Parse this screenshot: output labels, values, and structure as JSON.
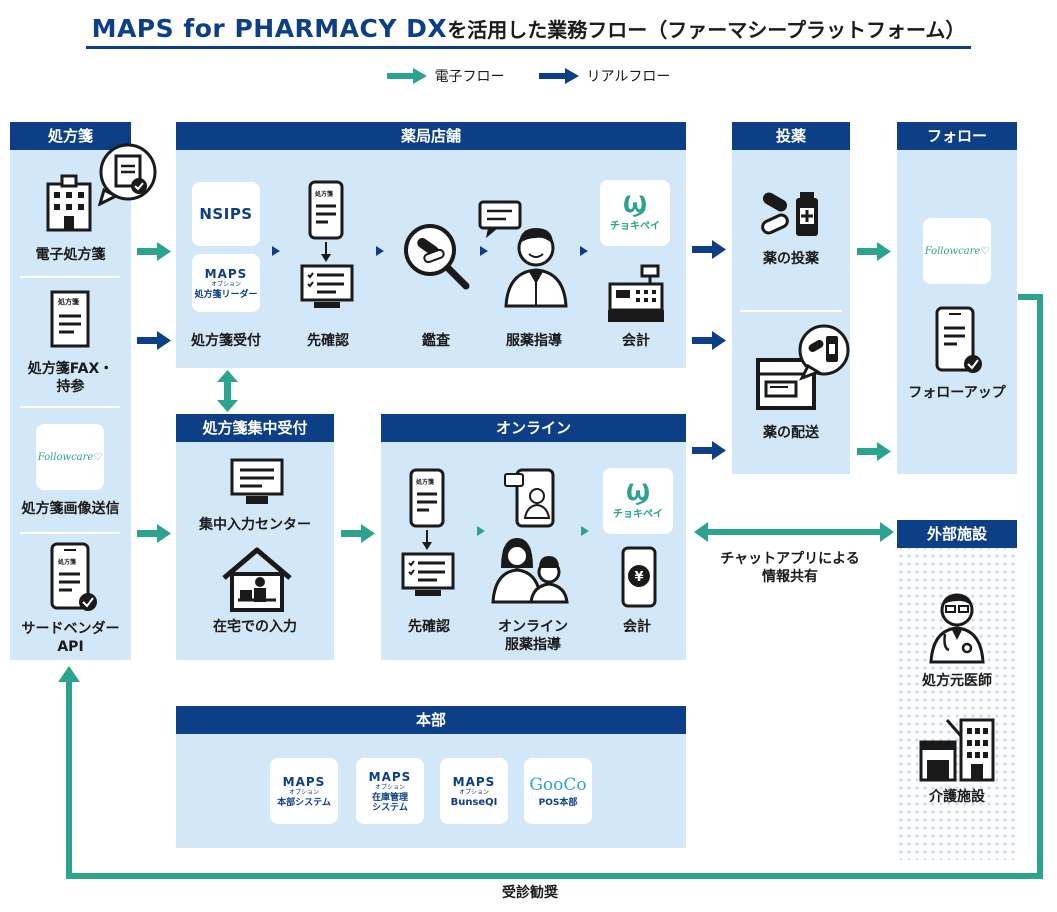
{
  "header": {
    "title_maps": "MAPS",
    "title_maps_sup": "",
    "title_rest": "for PHARMACY DX",
    "title_jp": "を活用した業務フロー（ファーマシープラットフォーム）"
  },
  "legend": {
    "electronic": "電子フロー",
    "real": "リアルフロー",
    "electronic_color": "#2ba38f",
    "real_color": "#0d3f86"
  },
  "prescription": {
    "title": "処方箋",
    "items": [
      "電子処方箋",
      "処方箋FAX・",
      "持参",
      "処方箋画像送信",
      "サードベンダー",
      "API"
    ],
    "followcare_logo": "Followcare♡"
  },
  "pharmacy": {
    "title": "薬局店舗",
    "nsips": "NSIPS",
    "maps": "MAPS",
    "maps_sub": "オプション",
    "maps_reader": "処方箋リーダー",
    "doc_tag": "処方箋",
    "steps": [
      "処方箋受付",
      "先確認",
      "鑑査",
      "服薬指導",
      "会計"
    ],
    "chokipei": "チョキペイ"
  },
  "central": {
    "title": "処方箋集中受付",
    "items": [
      "集中入力センター",
      "在宅での入力"
    ]
  },
  "online": {
    "title": "オンライン",
    "doc_tag": "処方箋",
    "steps": [
      "先確認",
      "オンライン",
      "服薬指導",
      "会計"
    ],
    "chokipei": "チョキペイ",
    "yen": "¥"
  },
  "dosing": {
    "title": "投薬",
    "items": [
      "薬の投薬",
      "薬の配送"
    ]
  },
  "follow": {
    "title": "フォロー",
    "logo": "Followcare♡",
    "item": "フォローアップ"
  },
  "external": {
    "title": "外部施設",
    "items": [
      "処方元医師",
      "介護施設"
    ]
  },
  "hq": {
    "title": "本部",
    "maps": "MAPS",
    "maps_sub": "オプション",
    "systems": [
      "本部システム",
      "在庫管理",
      "システム",
      "BunseQI"
    ],
    "gooco": "GooCo",
    "gooco_sub": "POS本部"
  },
  "notes": {
    "chat_line1": "チャットアプリによる",
    "chat_line2": "情報共有",
    "recommend": "受診勧奨"
  }
}
